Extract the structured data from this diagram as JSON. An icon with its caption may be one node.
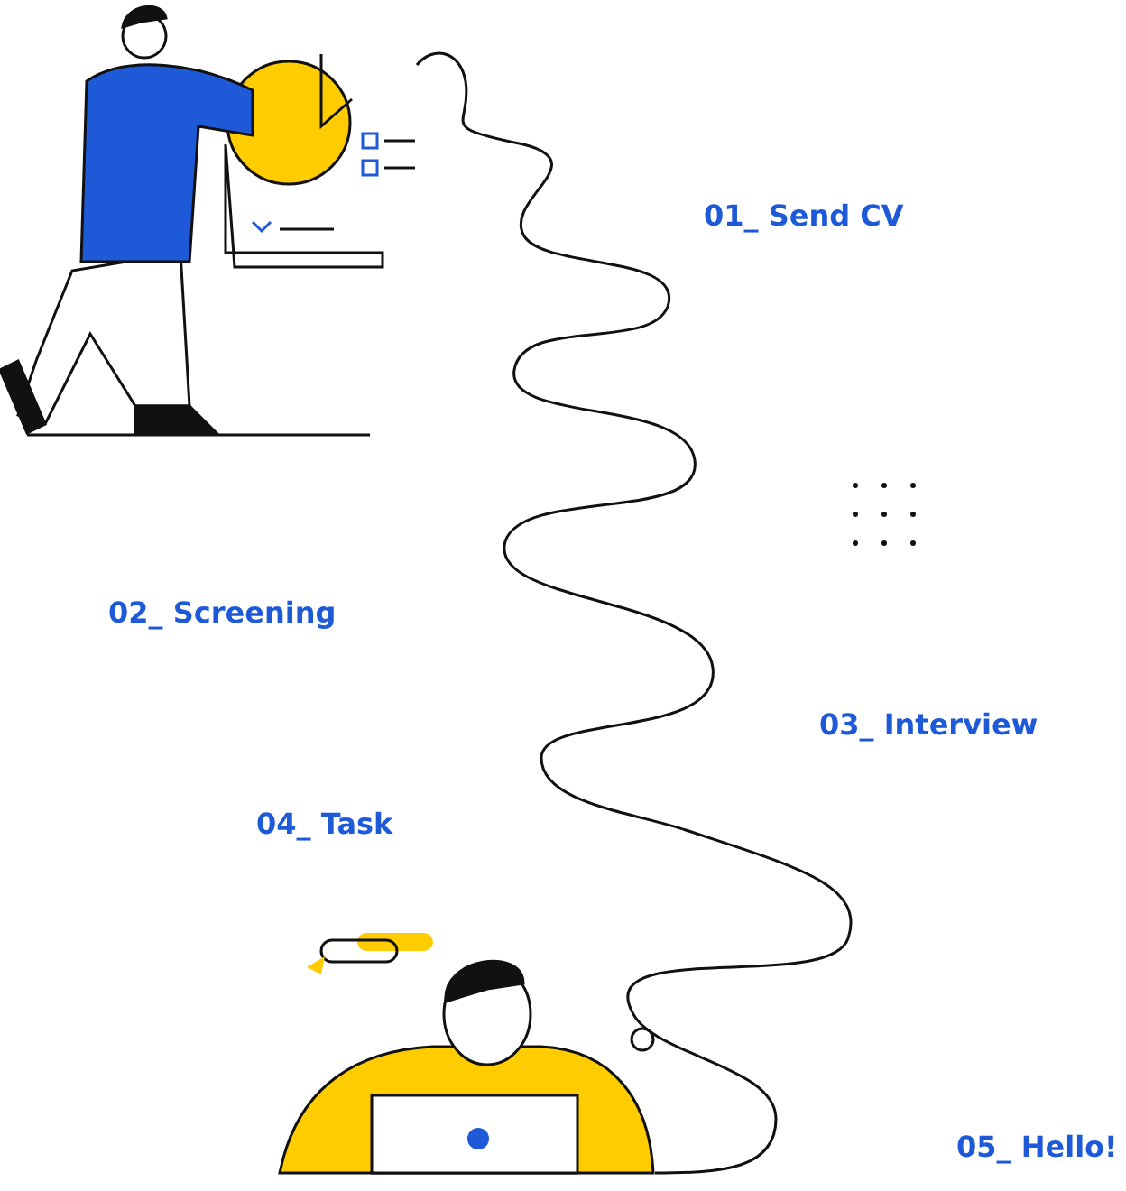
{
  "diagram": {
    "nodes": [
      {
        "text": [],
        "shape": "picture"
      },
      {
        "text": [],
        "shape": "picture"
      }
    ],
    "edges": [
      {
        "from": 0,
        "to": 1,
        "arrow": "none"
      }
    ],
    "labels": [
      "01_ Send CV",
      "02_ Screening",
      "03_ Interview",
      "04_ Task",
      "05_ Hello!"
    ]
  }
}
